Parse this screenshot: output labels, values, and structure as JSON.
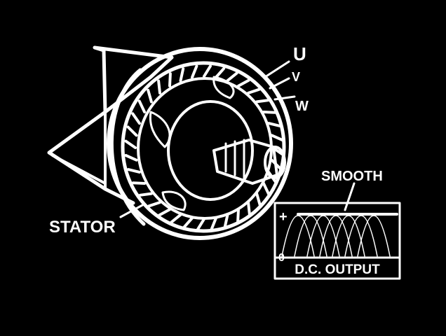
{
  "labels": {
    "phase_u": "U",
    "phase_v": "V",
    "phase_w": "W",
    "stator": "STATOR",
    "smooth": "SMOOTH",
    "output_title": "D.C. OUTPUT",
    "axis_plus": "+",
    "axis_zero": "0"
  },
  "colors": {
    "background": "#000000",
    "line": "#ffffff"
  }
}
